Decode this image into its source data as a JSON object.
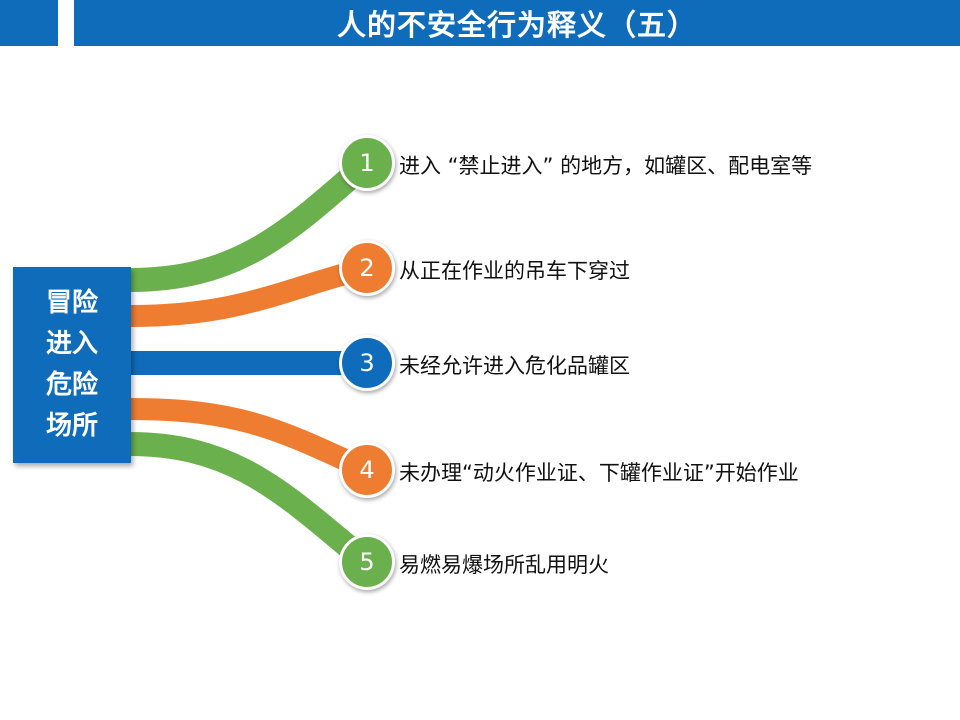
{
  "header": {
    "title": "人的不安全行为释义（五）"
  },
  "center": {
    "label": "冒险\n进入\n危险\n场所"
  },
  "colors": {
    "header_blue": "#0f6cba",
    "green": "#6ab04c",
    "orange": "#ef7d31",
    "blue": "#0f6cba"
  },
  "items": [
    {
      "number": "1",
      "text": "进入 “禁止进入” 的地方，如罐区、配电室等",
      "color": "green"
    },
    {
      "number": "2",
      "text": "从正在作业的吊车下穿过",
      "color": "orange"
    },
    {
      "number": "3",
      "text": "未经允许进入危化品罐区",
      "color": "blue"
    },
    {
      "number": "4",
      "text": "未办理“动火作业证、下罐作业证”开始作业",
      "color": "orange"
    },
    {
      "number": "5",
      "text": "易燃易爆场所乱用明火",
      "color": "green"
    }
  ]
}
